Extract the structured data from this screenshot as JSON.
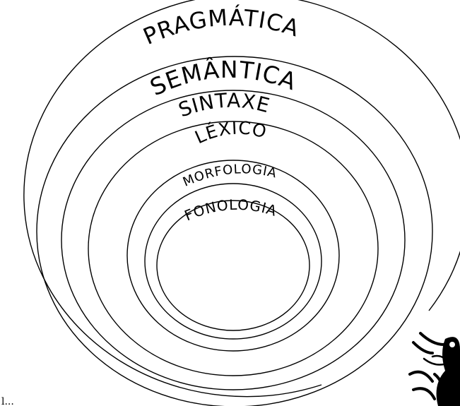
{
  "diagram": {
    "levels": [
      {
        "key": "pragmatica",
        "label": "PRAGMÁTICA"
      },
      {
        "key": "semantica",
        "label": "SEMÂNTICA"
      },
      {
        "key": "sintaxe",
        "label": "SINTAXE"
      },
      {
        "key": "lexico",
        "label": "LÉXICO"
      },
      {
        "key": "morfologia",
        "label": "MORFOLOGIA"
      },
      {
        "key": "fonologia",
        "label": "FONOLOGIA"
      }
    ],
    "corner_fragment": "l..."
  },
  "colors": {
    "ink": "#000000",
    "background": "#ffffff"
  },
  "icons": {
    "corner_decoration": "insect-illustration-icon"
  }
}
